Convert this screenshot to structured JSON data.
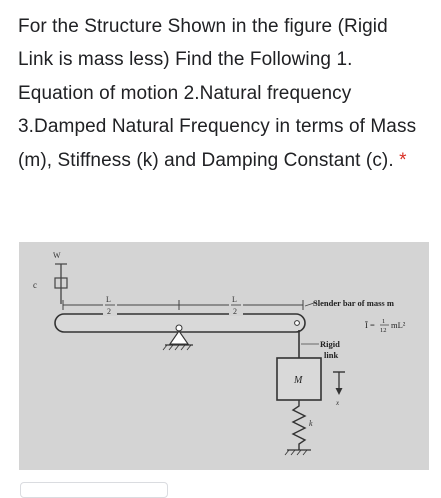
{
  "question": {
    "text": "For the Structure Shown in the figure (Rigid Link is mass less) Find the Following 1. Equation of motion 2.Natural frequency 3.Damped Natural Frequency in terms of Mass (m), Stiffness (k) and Damping Constant (c).",
    "required_marker": "*"
  },
  "figure": {
    "bar_label": "Slender bar of mass m",
    "inertia_label": "Ī = 1/12 mL²",
    "inertia_lhs": "Ī =",
    "inertia_num": "1",
    "inertia_den": "12",
    "inertia_rhs": "mL²",
    "link_label_1": "Rigid",
    "link_label_2": "link",
    "mass_label": "M",
    "spring_label": "k",
    "damper_label": "c",
    "force_label": "x",
    "dim_num": "L",
    "dim_den": "2",
    "wall_hatch_label": "W"
  }
}
